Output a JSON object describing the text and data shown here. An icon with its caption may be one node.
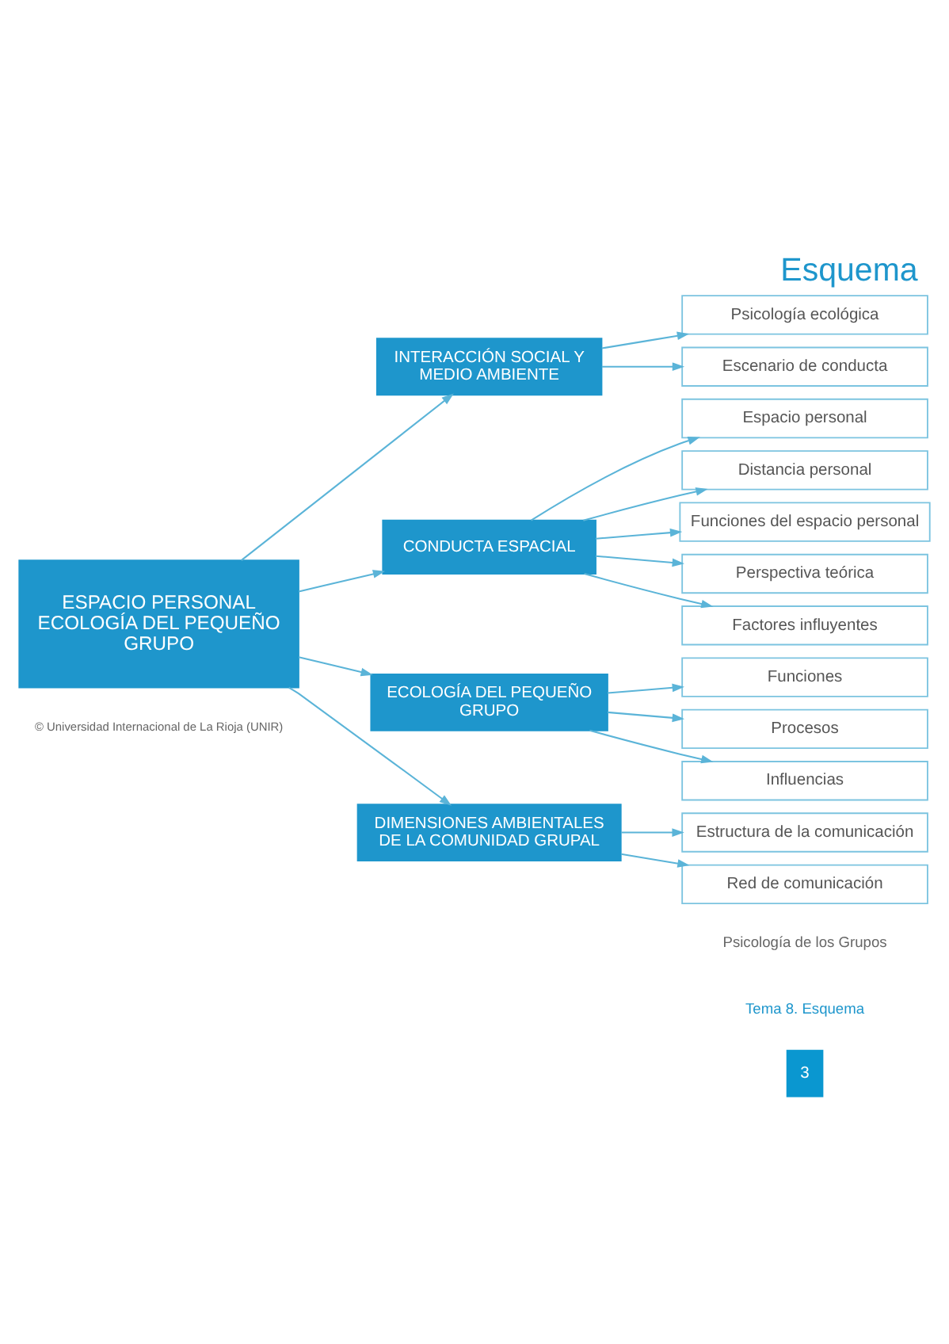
{
  "diagram": {
    "title": "Esquema",
    "nodes": [
      {
        "text": [
          "ESPACIO PERSONAL ECOLOGÍA DEL PEQUEÑO GRUPO"
        ]
      },
      {
        "text": [
          "INTERACCIÓN SOCIAL Y MEDIO AMBIENTE"
        ]
      },
      {
        "text": [
          "Psicología ecológica"
        ]
      },
      {
        "text": [
          "Escenario de conducta"
        ]
      },
      {
        "text": [
          "CONDUCTA ESPACIAL"
        ]
      },
      {
        "text": [
          "Espacio personal"
        ]
      },
      {
        "text": [
          "Distancia personal"
        ]
      },
      {
        "text": [
          "Funciones del espacio personal"
        ]
      },
      {
        "text": [
          "Perspectiva teórica"
        ]
      },
      {
        "text": [
          "Factores influyentes"
        ]
      },
      {
        "text": [
          "ECOLOGÍA DEL PEQUEÑO GRUPO"
        ]
      },
      {
        "text": [
          "Funciones"
        ]
      },
      {
        "text": [
          "Procesos"
        ]
      },
      {
        "text": [
          "Influencias"
        ]
      },
      {
        "text": [
          "DIMENSIONES AMBIENTALES DE LA COMUNIDAD GRUPAL"
        ]
      },
      {
        "text": [
          "Estructura de la comunicación"
        ]
      },
      {
        "text": [
          "Red de comunicación"
        ]
      }
    ],
    "edges": [
      {
        "from": 0,
        "to": 1,
        "arrow": "to"
      },
      {
        "from": 0,
        "to": 4,
        "arrow": "to"
      },
      {
        "from": 0,
        "to": 10,
        "arrow": "to"
      },
      {
        "from": 0,
        "to": 14,
        "arrow": "to"
      },
      {
        "from": 1,
        "to": 2,
        "arrow": "to"
      },
      {
        "from": 1,
        "to": 3,
        "arrow": "to"
      },
      {
        "from": 4,
        "to": 5,
        "arrow": "to"
      },
      {
        "from": 4,
        "to": 6,
        "arrow": "to"
      },
      {
        "from": 4,
        "to": 7,
        "arrow": "to"
      },
      {
        "from": 4,
        "to": 8,
        "arrow": "to"
      },
      {
        "from": 4,
        "to": 9,
        "arrow": "to"
      },
      {
        "from": 10,
        "to": 11,
        "arrow": "to"
      },
      {
        "from": 10,
        "to": 12,
        "arrow": "to"
      },
      {
        "from": 10,
        "to": 13,
        "arrow": "to"
      },
      {
        "from": 14,
        "to": 15,
        "arrow": "to"
      },
      {
        "from": 14,
        "to": 16,
        "arrow": "to"
      }
    ],
    "labels": [
      "Psicología de los Grupos",
      "Tema 8. Esquema",
      "3",
      "© Universidad Internacional de La Rioja (UNIR)"
    ]
  }
}
